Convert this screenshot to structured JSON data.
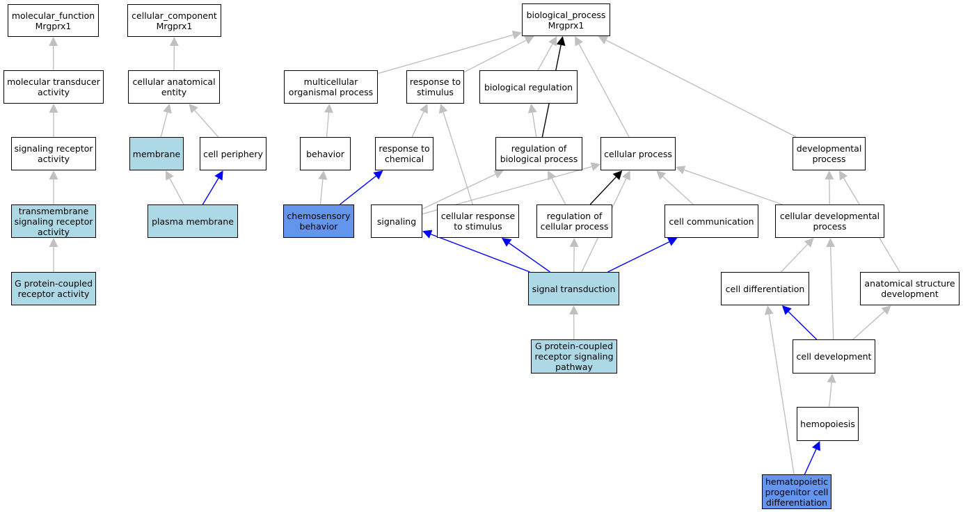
{
  "colors": {
    "default_fill": "#ffffff",
    "annotated_fill": "#add8e6",
    "direct_fill": "#6495ed",
    "edge_is_a": "#c0c0c0",
    "edge_part_of": "#0000ff",
    "edge_regulates": "#000000"
  },
  "nodes": {
    "mf": {
      "label": "molecular_function\nMrgprx1",
      "type": "default"
    },
    "mta": {
      "label": "molecular transducer\nactivity",
      "type": "default"
    },
    "sra": {
      "label": "signaling receptor\nactivity",
      "type": "default"
    },
    "tsra": {
      "label": "transmembrane\nsignaling receptor\nactivity",
      "type": "annotated"
    },
    "gpcr": {
      "label": "G protein-coupled\nreceptor activity",
      "type": "annotated"
    },
    "cc": {
      "label": "cellular_component\nMrgprx1",
      "type": "default"
    },
    "cae": {
      "label": "cellular anatomical\nentity",
      "type": "default"
    },
    "mem": {
      "label": "membrane",
      "type": "annotated"
    },
    "cper": {
      "label": "cell periphery",
      "type": "default"
    },
    "pmem": {
      "label": "plasma membrane",
      "type": "annotated"
    },
    "bp": {
      "label": "biological_process\nMrgprx1",
      "type": "default"
    },
    "mop": {
      "label": "multicellular\norganismal process",
      "type": "default"
    },
    "rts": {
      "label": "response to\nstimulus",
      "type": "default"
    },
    "breg": {
      "label": "biological regulation",
      "type": "default"
    },
    "beh": {
      "label": "behavior",
      "type": "default"
    },
    "rtc": {
      "label": "response to\nchemical",
      "type": "default"
    },
    "rbp": {
      "label": "regulation of\nbiological process",
      "type": "default"
    },
    "cproc": {
      "label": "cellular process",
      "type": "default"
    },
    "devp": {
      "label": "developmental\nprocess",
      "type": "default"
    },
    "chemo": {
      "label": "chemosensory\nbehavior",
      "type": "direct"
    },
    "sig": {
      "label": "signaling",
      "type": "default"
    },
    "crs": {
      "label": "cellular response\nto stimulus",
      "type": "default"
    },
    "rcp": {
      "label": "regulation of\ncellular process",
      "type": "default"
    },
    "ccom": {
      "label": "cell communication",
      "type": "default"
    },
    "cdp": {
      "label": "cellular developmental\nprocess",
      "type": "default"
    },
    "st": {
      "label": "signal transduction",
      "type": "annotated"
    },
    "cdiff": {
      "label": "cell differentiation",
      "type": "default"
    },
    "asd": {
      "label": "anatomical structure\ndevelopment",
      "type": "default"
    },
    "gpcrsp": {
      "label": "G protein-coupled\nreceptor signaling\npathway",
      "type": "annotated"
    },
    "cdev": {
      "label": "cell development",
      "type": "default"
    },
    "hemo": {
      "label": "hemopoiesis",
      "type": "default"
    },
    "hpcd": {
      "label": "hematopoietic\nprogenitor cell\ndifferentiation",
      "type": "direct"
    }
  },
  "edges": [
    {
      "from": "mta",
      "to": "mf",
      "type": "is_a"
    },
    {
      "from": "sra",
      "to": "mta",
      "type": "is_a"
    },
    {
      "from": "tsra",
      "to": "sra",
      "type": "is_a"
    },
    {
      "from": "gpcr",
      "to": "tsra",
      "type": "is_a"
    },
    {
      "from": "cae",
      "to": "cc",
      "type": "is_a"
    },
    {
      "from": "mem",
      "to": "cae",
      "type": "is_a"
    },
    {
      "from": "cper",
      "to": "cae",
      "type": "is_a"
    },
    {
      "from": "pmem",
      "to": "mem",
      "type": "is_a"
    },
    {
      "from": "pmem",
      "to": "cper",
      "type": "part_of"
    },
    {
      "from": "mop",
      "to": "bp",
      "type": "is_a"
    },
    {
      "from": "rts",
      "to": "bp",
      "type": "is_a"
    },
    {
      "from": "breg",
      "to": "bp",
      "type": "is_a"
    },
    {
      "from": "rbp",
      "to": "bp",
      "type": "regulates"
    },
    {
      "from": "cproc",
      "to": "bp",
      "type": "is_a"
    },
    {
      "from": "devp",
      "to": "bp",
      "type": "is_a"
    },
    {
      "from": "beh",
      "to": "mop",
      "type": "is_a"
    },
    {
      "from": "rtc",
      "to": "rts",
      "type": "is_a"
    },
    {
      "from": "rbp",
      "to": "breg",
      "type": "is_a"
    },
    {
      "from": "chemo",
      "to": "beh",
      "type": "is_a"
    },
    {
      "from": "chemo",
      "to": "rtc",
      "type": "part_of"
    },
    {
      "from": "sig",
      "to": "rbp",
      "type": "is_a"
    },
    {
      "from": "crs",
      "to": "rts",
      "type": "is_a"
    },
    {
      "from": "rcp",
      "to": "rbp",
      "type": "is_a"
    },
    {
      "from": "rcp",
      "to": "cproc",
      "type": "regulates"
    },
    {
      "from": "ccom",
      "to": "cproc",
      "type": "is_a"
    },
    {
      "from": "cdp",
      "to": "cproc",
      "type": "is_a"
    },
    {
      "from": "cdp",
      "to": "devp",
      "type": "is_a"
    },
    {
      "from": "st",
      "to": "sig",
      "type": "part_of"
    },
    {
      "from": "st",
      "to": "crs",
      "type": "part_of"
    },
    {
      "from": "st",
      "to": "rcp",
      "type": "is_a"
    },
    {
      "from": "st",
      "to": "cproc",
      "type": "is_a"
    },
    {
      "from": "st",
      "to": "ccom",
      "type": "part_of"
    },
    {
      "from": "sig",
      "to": "cproc",
      "type": "is_a"
    },
    {
      "from": "gpcrsp",
      "to": "st",
      "type": "is_a"
    },
    {
      "from": "cdiff",
      "to": "cdp",
      "type": "is_a"
    },
    {
      "from": "asd",
      "to": "devp",
      "type": "is_a"
    },
    {
      "from": "cdev",
      "to": "cdiff",
      "type": "part_of"
    },
    {
      "from": "cdev",
      "to": "cdp",
      "type": "is_a"
    },
    {
      "from": "cdev",
      "to": "asd",
      "type": "is_a"
    },
    {
      "from": "hemo",
      "to": "cdev",
      "type": "is_a"
    },
    {
      "from": "hpcd",
      "to": "hemo",
      "type": "part_of"
    },
    {
      "from": "hpcd",
      "to": "cdiff",
      "type": "is_a"
    }
  ]
}
